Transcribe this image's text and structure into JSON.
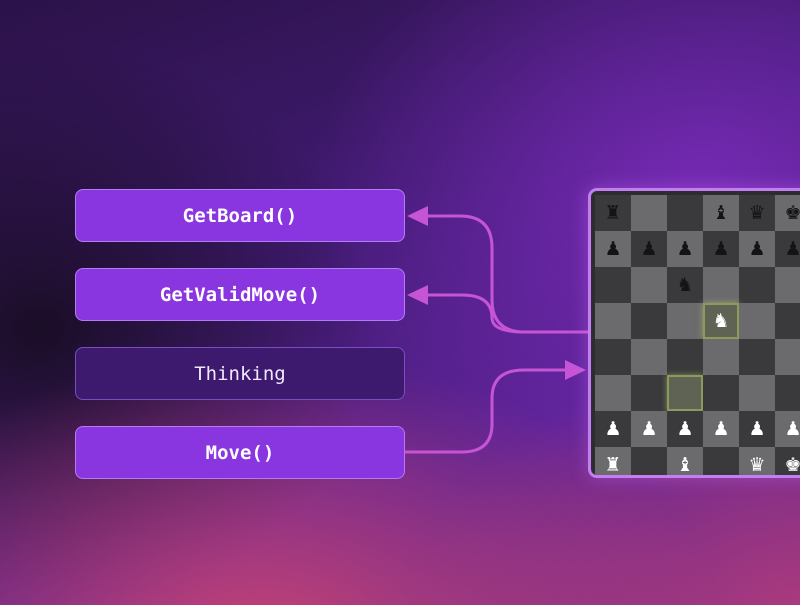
{
  "functions": {
    "get_board": "GetBoard()",
    "get_valid_move": "GetValidMove()",
    "thinking": "Thinking",
    "move": "Move()"
  },
  "colors": {
    "accent_box": "#8a36e0",
    "dim_box": "#3e1a6e",
    "connector": "#c655d6",
    "board_border": "#c27ef2"
  },
  "board": {
    "highlighted_squares": [
      "3,3",
      "5,2"
    ],
    "rows": [
      [
        [
          "b",
          "♜"
        ],
        [
          "",
          ""
        ],
        [
          "",
          ""
        ],
        [
          "b",
          "♝"
        ],
        [
          "b",
          "♛"
        ],
        [
          "b",
          "♚"
        ],
        [
          "b",
          "♝"
        ]
      ],
      [
        [
          "b",
          "♟"
        ],
        [
          "b",
          "♟"
        ],
        [
          "b",
          "♟"
        ],
        [
          "b",
          "♟"
        ],
        [
          "b",
          "♟"
        ],
        [
          "b",
          "♟"
        ],
        [
          "b",
          "♟"
        ]
      ],
      [
        [
          "",
          ""
        ],
        [
          "",
          ""
        ],
        [
          "b",
          "♞"
        ],
        [
          "",
          ""
        ],
        [
          "",
          ""
        ],
        [
          "",
          ""
        ],
        [
          "",
          ""
        ]
      ],
      [
        [
          "",
          ""
        ],
        [
          "",
          ""
        ],
        [
          "",
          ""
        ],
        [
          "w",
          "♞"
        ],
        [
          "",
          ""
        ],
        [
          "",
          ""
        ],
        [
          "",
          ""
        ]
      ],
      [
        [
          "",
          ""
        ],
        [
          "",
          ""
        ],
        [
          "",
          ""
        ],
        [
          "",
          ""
        ],
        [
          "",
          ""
        ],
        [
          "",
          ""
        ],
        [
          "",
          ""
        ]
      ],
      [
        [
          "",
          ""
        ],
        [
          "",
          ""
        ],
        [
          "",
          ""
        ],
        [
          "",
          ""
        ],
        [
          "",
          ""
        ],
        [
          "",
          ""
        ],
        [
          "",
          ""
        ]
      ],
      [
        [
          "w",
          "♟"
        ],
        [
          "w",
          "♟"
        ],
        [
          "w",
          "♟"
        ],
        [
          "w",
          "♟"
        ],
        [
          "w",
          "♟"
        ],
        [
          "w",
          "♟"
        ],
        [
          "w",
          "♟"
        ]
      ],
      [
        [
          "w",
          "♜"
        ],
        [
          "",
          ""
        ],
        [
          "w",
          "♝"
        ],
        [
          "",
          ""
        ],
        [
          "w",
          "♛"
        ],
        [
          "w",
          "♚"
        ],
        [
          "w",
          "♝"
        ]
      ]
    ]
  }
}
